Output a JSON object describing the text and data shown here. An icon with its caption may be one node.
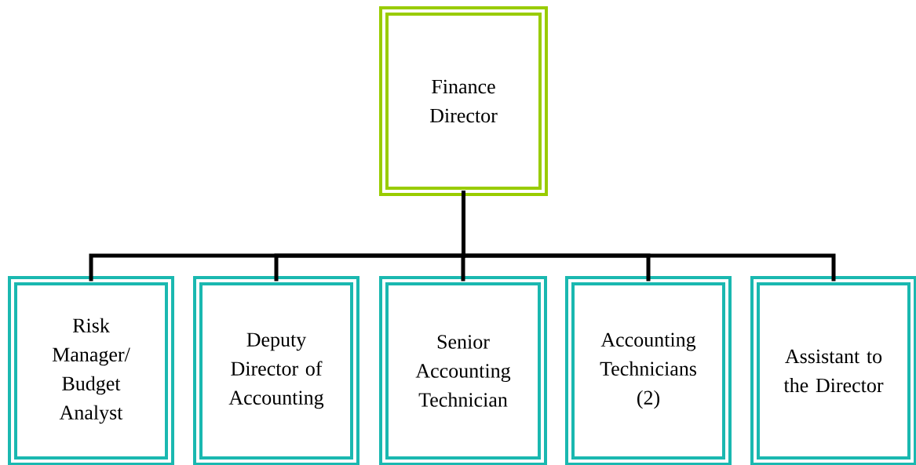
{
  "diagram": {
    "nodes": [
      {
        "text": [
          "Finance Director"
        ]
      },
      {
        "text": [
          "Risk Manager/ Budget Analyst"
        ]
      },
      {
        "text": [
          "Deputy Director of Accounting"
        ]
      },
      {
        "text": [
          "Senior Accounting Technician"
        ]
      },
      {
        "text": [
          "Accounting Technicians (2)"
        ]
      },
      {
        "text": [
          "Assistant to the Director"
        ]
      }
    ],
    "edges": [
      {
        "from": 0,
        "to": 1,
        "arrow": "none"
      },
      {
        "from": 0,
        "to": 2,
        "arrow": "none"
      },
      {
        "from": 0,
        "to": 3,
        "arrow": "none"
      },
      {
        "from": 0,
        "to": 4,
        "arrow": "none"
      },
      {
        "from": 0,
        "to": 5,
        "arrow": "none"
      }
    ]
  }
}
